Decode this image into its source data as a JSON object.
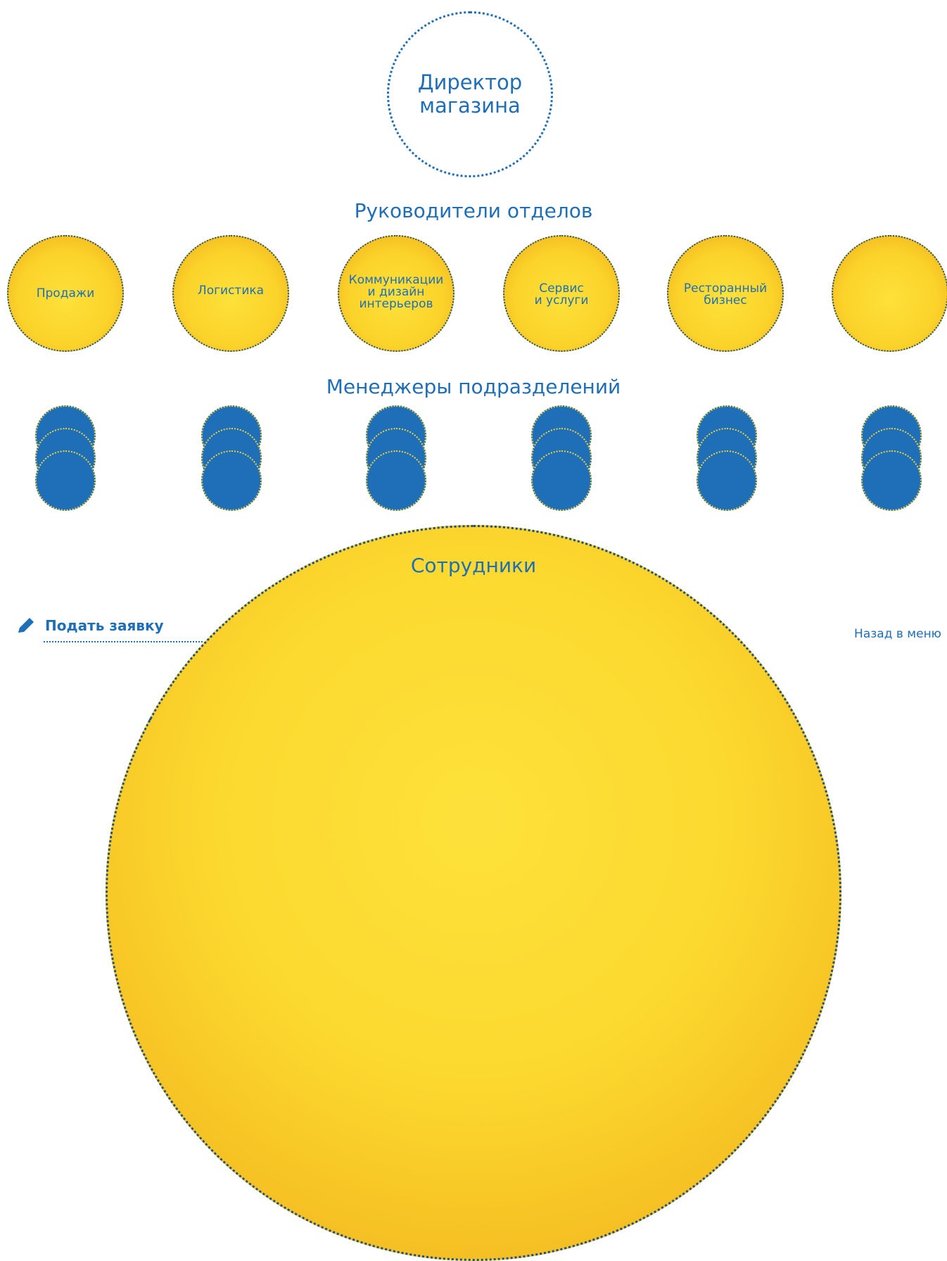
{
  "director": {
    "label": "Директор\nмагазина"
  },
  "heads_title": "Руководители отделов",
  "departments": [
    {
      "label": "Продажи"
    },
    {
      "label": "Логистика"
    },
    {
      "label": "Коммуникации\nи дизайн\nинтерьеров"
    },
    {
      "label": "Сервис\nи услуги"
    },
    {
      "label": "Ресторанный\nбизнес"
    },
    {
      "label": ""
    }
  ],
  "managers_title": "Менеджеры подразделений",
  "staff_label": "Сотрудники",
  "apply_link": {
    "label": "Подать заявку",
    "icon": "pencil-icon"
  },
  "back_link": {
    "label": "Назад в меню"
  },
  "colors": {
    "blue": "#1f6fb8",
    "yellow": "#fbd32a",
    "dot_border": "#1b4f86"
  }
}
